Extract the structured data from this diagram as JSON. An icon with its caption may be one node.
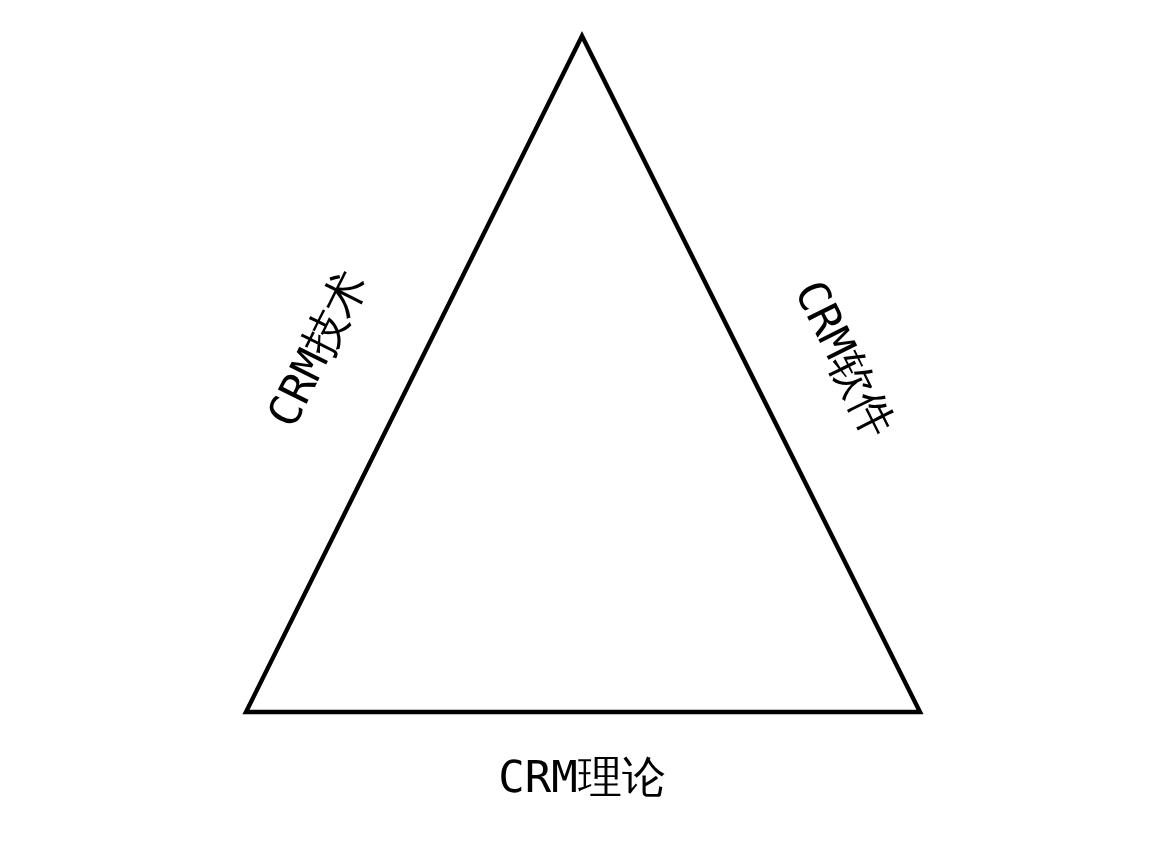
{
  "diagram": {
    "nodes": [
      {
        "text": [],
        "shape": "triangle",
        "beside": [
          "CRM技术",
          "CRM软件",
          "CRM理论"
        ]
      }
    ]
  }
}
